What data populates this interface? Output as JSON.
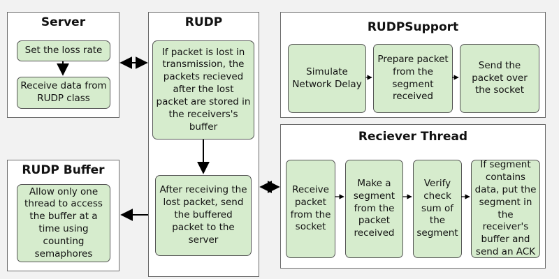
{
  "server": {
    "title": "Server",
    "nodes": [
      "Set the loss rate",
      "Receive data from RUDP class"
    ]
  },
  "rudp": {
    "title": "RUDP",
    "nodes": [
      "If packet is lost in transmission, the packets recieved after the lost packet are stored in the receivers's buffer",
      "After receiving the lost packet, send the buffered packet to the server"
    ]
  },
  "rudp_support": {
    "title": "RUDPSupport",
    "nodes": [
      "Simulate Network Delay",
      "Prepare packet from the segment received",
      "Send the packet over the socket"
    ]
  },
  "rudp_buffer": {
    "title": "RUDP Buffer",
    "nodes": [
      "Allow only one thread to access the buffer at a time using counting semaphores"
    ]
  },
  "receiver_thread": {
    "title": "Reciever Thread",
    "nodes": [
      "Receive packet from the socket",
      "Make a segment from the packet received",
      "Verify check sum of the segment",
      "If segment contains data, put the segment in the receiver's buffer and send an ACK"
    ]
  },
  "colors": {
    "node_fill": "#d6eccd",
    "panel_fill": "#ffffff",
    "page_bg": "#f2f2f2",
    "line": "#000000"
  }
}
